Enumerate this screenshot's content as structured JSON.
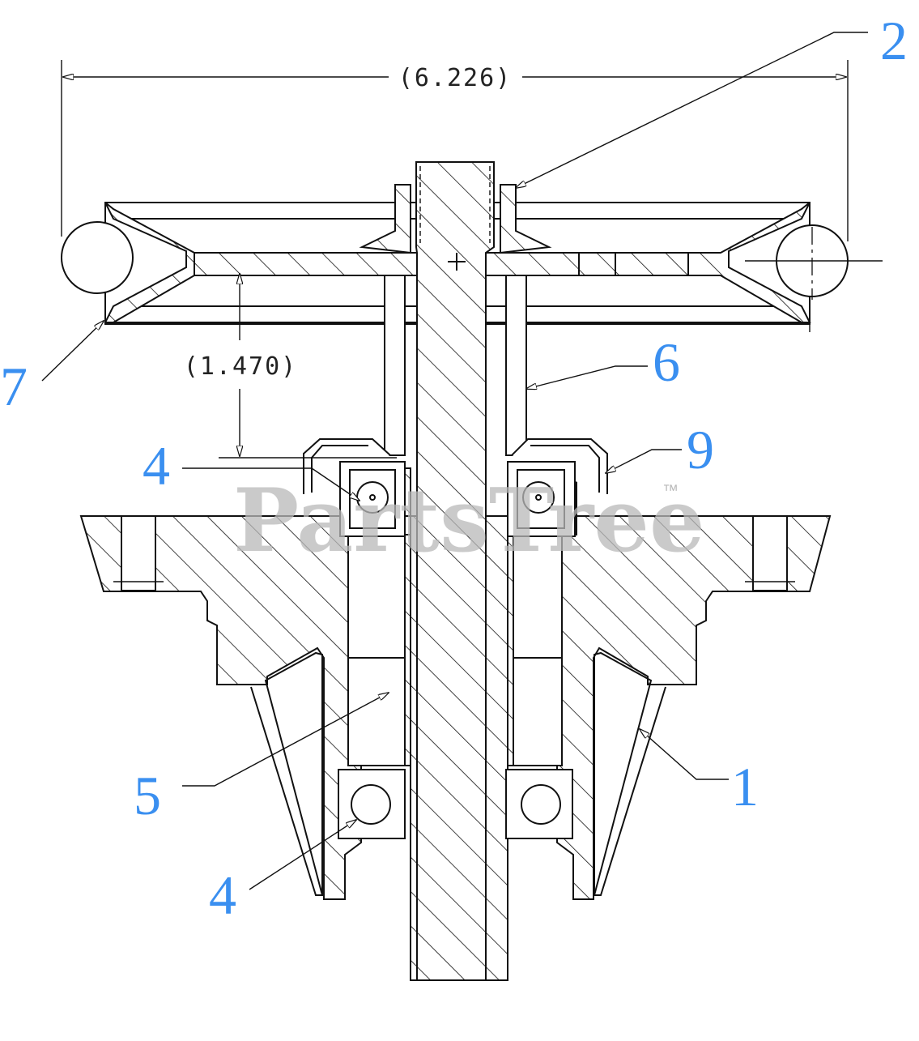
{
  "dimensions": {
    "overall_width": "(6.226)",
    "height": "(1.470)"
  },
  "callouts": {
    "c1": "1",
    "c2": "2",
    "c4_upper": "4",
    "c4_lower": "4",
    "c5": "5",
    "c6": "6",
    "c7": "7",
    "c9": "9"
  },
  "watermark": {
    "text": "PartsTree",
    "trademark": "™"
  },
  "colors": {
    "callout": "#3a8ff0",
    "lines": "#111111",
    "watermark": "#b9b9b9"
  }
}
